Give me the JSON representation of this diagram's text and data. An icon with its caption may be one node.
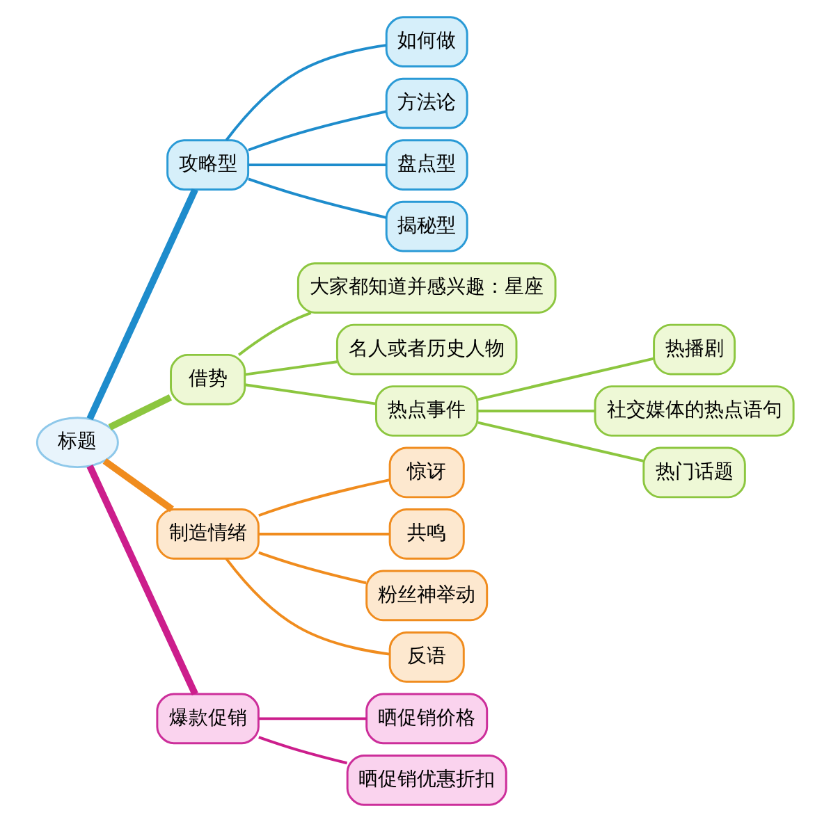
{
  "diagram": {
    "nodes": [
      {
        "text": [
          "标题"
        ]
      },
      {
        "text": [
          "攻略型"
        ]
      },
      {
        "text": [
          "如何做"
        ]
      },
      {
        "text": [
          "方法论"
        ]
      },
      {
        "text": [
          "盘点型"
        ]
      },
      {
        "text": [
          "揭秘型"
        ]
      },
      {
        "text": [
          "借势"
        ]
      },
      {
        "text": [
          "大家都知道并感兴趣：星座"
        ]
      },
      {
        "text": [
          "名人或者历史人物"
        ]
      },
      {
        "text": [
          "热点事件"
        ]
      },
      {
        "text": [
          "热播剧"
        ]
      },
      {
        "text": [
          "社交媒体的热点语句"
        ]
      },
      {
        "text": [
          "热门话题"
        ]
      },
      {
        "text": [
          "制造情绪"
        ]
      },
      {
        "text": [
          "惊讶"
        ]
      },
      {
        "text": [
          "共鸣"
        ]
      },
      {
        "text": [
          "粉丝神举动"
        ]
      },
      {
        "text": [
          "反语"
        ]
      },
      {
        "text": [
          "爆款促销"
        ]
      },
      {
        "text": [
          "晒促销价格"
        ]
      },
      {
        "text": [
          "晒促销优惠折扣"
        ]
      }
    ],
    "edges": [
      {
        "from": 0,
        "to": 1,
        "arrow": "none",
        "style": "thick",
        "color": "#1e8ccc"
      },
      {
        "from": 1,
        "to": 2,
        "arrow": "none",
        "color": "#1e8ccc"
      },
      {
        "from": 1,
        "to": 3,
        "arrow": "none",
        "color": "#1e8ccc"
      },
      {
        "from": 1,
        "to": 4,
        "arrow": "none",
        "color": "#1e8ccc"
      },
      {
        "from": 1,
        "to": 5,
        "arrow": "none",
        "color": "#1e8ccc"
      },
      {
        "from": 0,
        "to": 6,
        "arrow": "none",
        "style": "thick",
        "color": "#8cc63f"
      },
      {
        "from": 6,
        "to": 7,
        "arrow": "none",
        "color": "#8cc63f"
      },
      {
        "from": 6,
        "to": 8,
        "arrow": "none",
        "color": "#8cc63f"
      },
      {
        "from": 6,
        "to": 9,
        "arrow": "none",
        "color": "#8cc63f"
      },
      {
        "from": 9,
        "to": 10,
        "arrow": "none",
        "color": "#8cc63f"
      },
      {
        "from": 9,
        "to": 11,
        "arrow": "none",
        "color": "#8cc63f"
      },
      {
        "from": 9,
        "to": 12,
        "arrow": "none",
        "color": "#8cc63f"
      },
      {
        "from": 0,
        "to": 13,
        "arrow": "none",
        "style": "thick",
        "color": "#f08c1e"
      },
      {
        "from": 13,
        "to": 14,
        "arrow": "none",
        "color": "#f08c1e"
      },
      {
        "from": 13,
        "to": 15,
        "arrow": "none",
        "color": "#f08c1e"
      },
      {
        "from": 13,
        "to": 16,
        "arrow": "none",
        "color": "#f08c1e"
      },
      {
        "from": 13,
        "to": 17,
        "arrow": "none",
        "color": "#f08c1e"
      },
      {
        "from": 0,
        "to": 18,
        "arrow": "none",
        "style": "thick",
        "color": "#cc1e8c"
      },
      {
        "from": 18,
        "to": 19,
        "arrow": "none",
        "color": "#cc1e8c"
      },
      {
        "from": 18,
        "to": 20,
        "arrow": "none",
        "color": "#cc1e8c"
      }
    ]
  }
}
